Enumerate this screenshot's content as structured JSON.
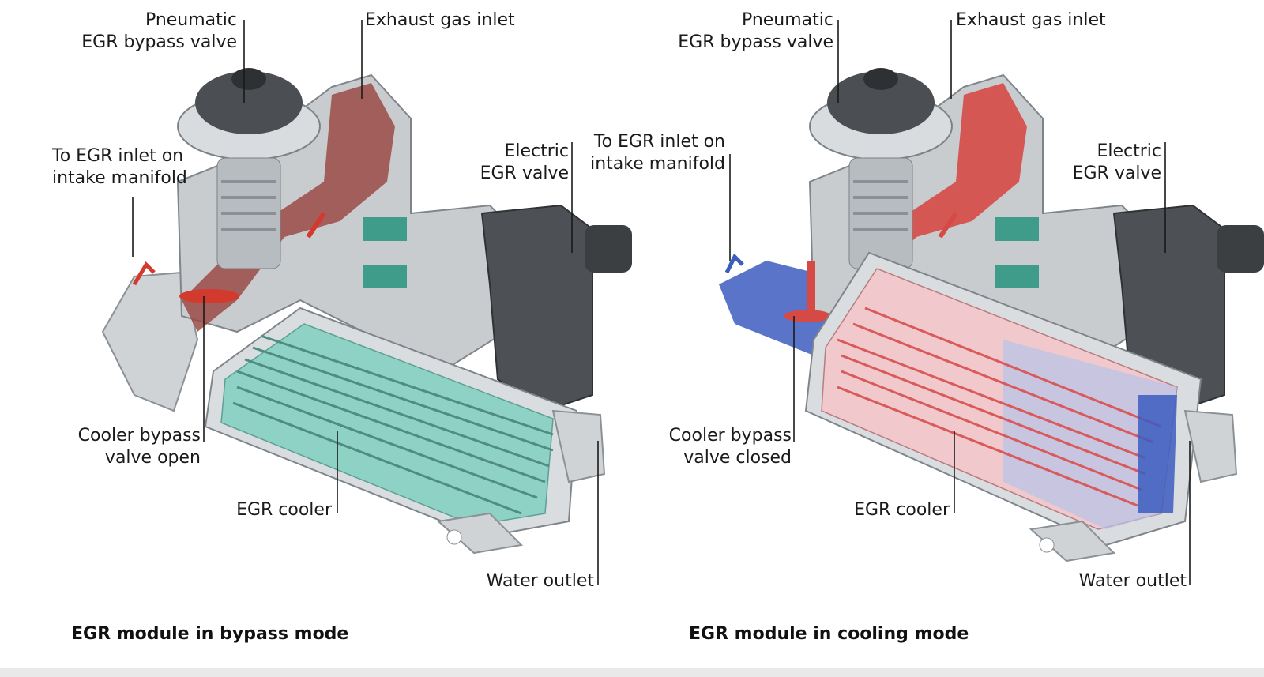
{
  "panels": [
    {
      "caption": "EGR module in bypass mode",
      "labels": {
        "pneumatic_line1": "Pneumatic",
        "pneumatic_line2": "EGR bypass valve",
        "exhaust": "Exhaust gas inlet",
        "egr_inlet_line1": "To EGR inlet on",
        "egr_inlet_line2": "intake manifold",
        "electric_line1": "Electric",
        "electric_line2": "EGR valve",
        "bypass_line1": "Cooler bypass",
        "bypass_line2": "valve open",
        "cooler": "EGR cooler",
        "water": "Water outlet"
      },
      "colors": {
        "gas_duct": "#9b4a45",
        "cooler_tubes": "#8ed2c6",
        "flow_arrow": "#d23a2e"
      }
    },
    {
      "caption": "EGR module in cooling mode",
      "labels": {
        "pneumatic_line1": "Pneumatic",
        "pneumatic_line2": "EGR bypass valve",
        "exhaust": "Exhaust gas inlet",
        "egr_inlet_line1": "To EGR inlet on",
        "egr_inlet_line2": "intake manifold",
        "electric_line1": "Electric",
        "electric_line2": "EGR valve",
        "bypass_line1": "Cooler bypass",
        "bypass_line2": "valve closed",
        "cooler": "EGR cooler",
        "water": "Water outlet"
      },
      "colors": {
        "gas_hot": "#d64a46",
        "gas_cool": "#3c5cc0",
        "cooler_tubes": "#e07a7a"
      }
    }
  ]
}
